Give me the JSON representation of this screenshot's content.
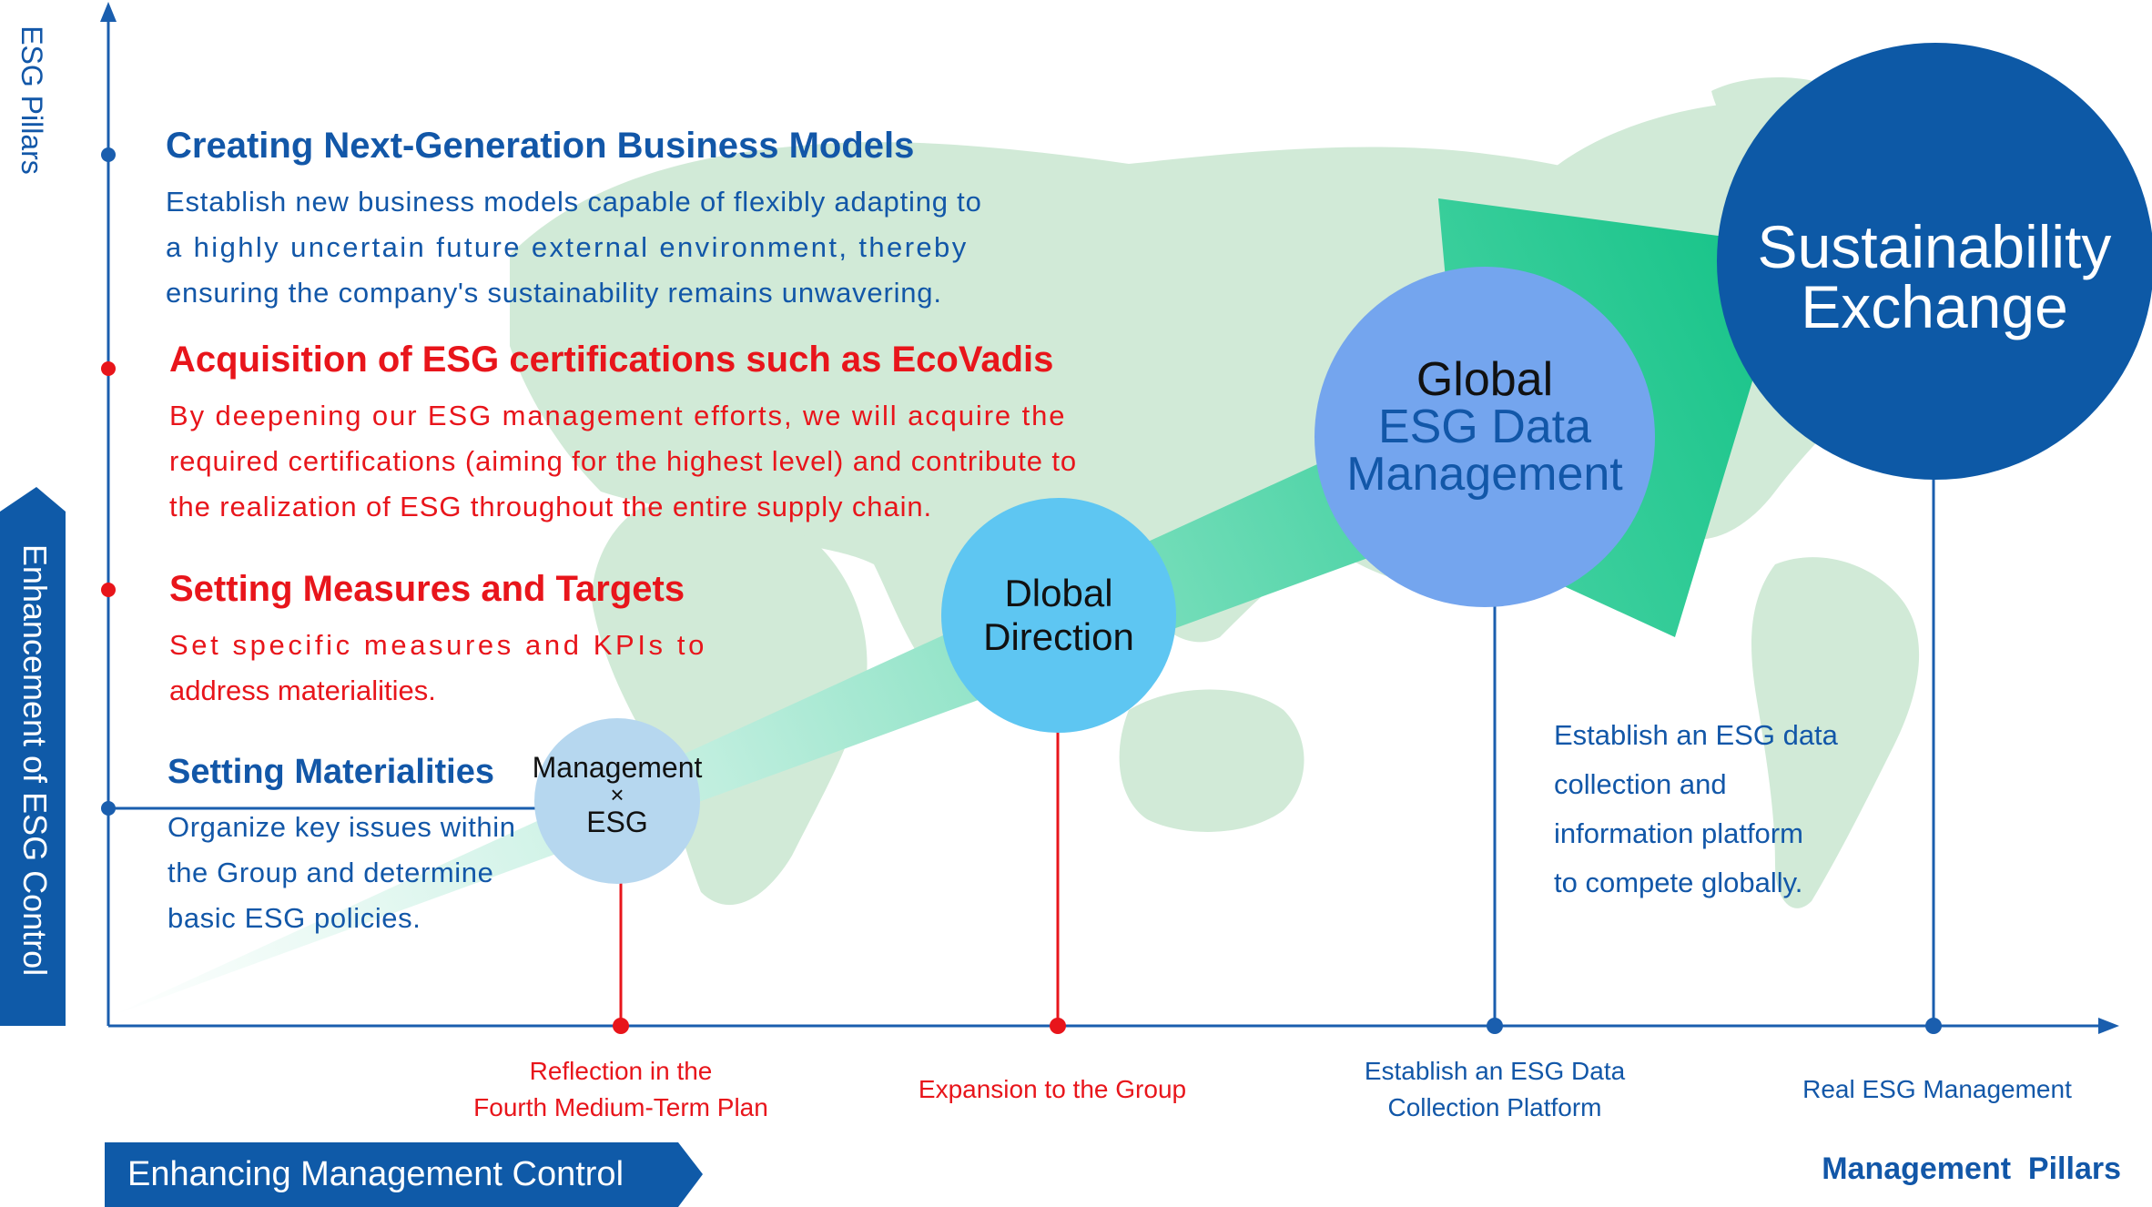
{
  "axes": {
    "y_label": "ESG Pillars",
    "x_label": "Management  Pillars",
    "side_banner": "Enhancement of ESG Control",
    "bottom_banner": "Enhancing Management Control"
  },
  "pillars": [
    {
      "id": "next-gen",
      "title": "Creating Next-Generation Business Models",
      "lines": [
        "Establish new business models capable of flexibly adapting to",
        "a highly uncertain future external environment, thereby",
        "ensuring the company's sustainability remains unwavering."
      ]
    },
    {
      "id": "ecovadis",
      "title": "Acquisition of ESG certifications such as EcoVadis",
      "lines": [
        "By deepening our ESG management efforts, we will acquire the",
        "required certifications (aiming for the highest level) and contribute to",
        "the realization of ESG throughout the entire supply chain."
      ]
    },
    {
      "id": "measures",
      "title": "Setting Measures and Targets",
      "lines": [
        "Set specific measures and KPIs to",
        "address materialities."
      ]
    },
    {
      "id": "materialities",
      "title": "Setting Materialities",
      "lines": [
        "Organize key issues within",
        "the Group and determine",
        "basic ESG policies."
      ]
    }
  ],
  "stages": [
    {
      "id": "management-esg",
      "line1": "Management",
      "line2": "×",
      "line3": "ESG",
      "milestone": [
        "Reflection in the",
        "Fourth Medium-Term Plan"
      ]
    },
    {
      "id": "dlobal-direction",
      "line1": "Dlobal",
      "line2": "Direction",
      "milestone": [
        "Expansion to the Group"
      ]
    },
    {
      "id": "global-esg-data",
      "line1": "Global",
      "line2": "ESG Data",
      "line3": "Management",
      "milestone": [
        "Establish an ESG Data",
        "Collection Platform"
      ]
    },
    {
      "id": "sustainability-exchange",
      "line1": "Sustainability",
      "line2": "Exchange",
      "milestone": [
        "Real ESG Management"
      ]
    }
  ],
  "side_note": [
    "Establish an ESG data",
    "collection and",
    "information platform",
    "to compete globally."
  ],
  "colors": {
    "blue": "#1257a8",
    "red": "#e8151b",
    "navy_circle": "#0d59a6",
    "mid_circle": "#74a5ee",
    "sky_circle": "#5ec6f2",
    "pale_circle": "#b6d7ef",
    "arrow_green": "#1fc08a",
    "map_green": "#cde8d4"
  }
}
